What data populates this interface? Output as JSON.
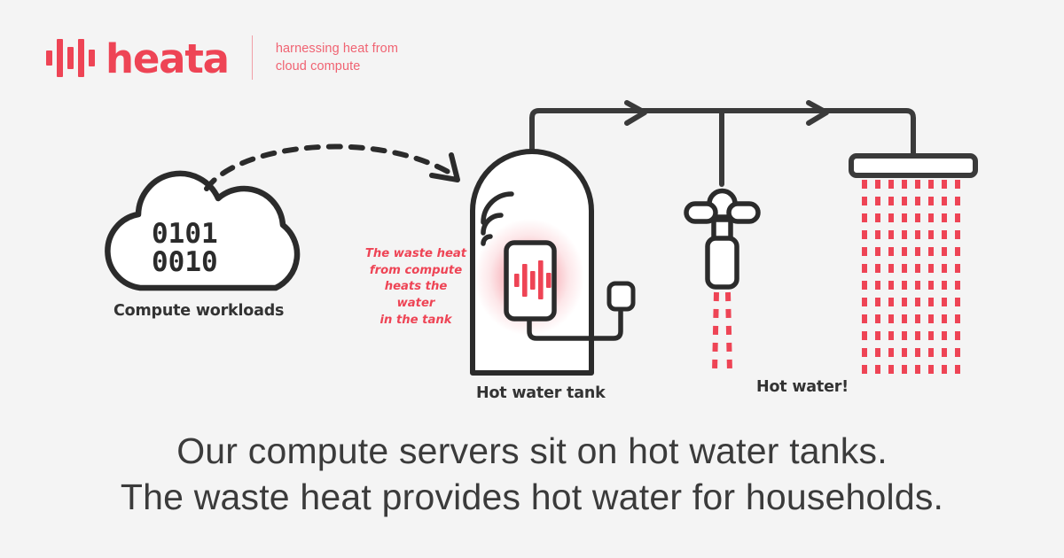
{
  "brand": {
    "name": "heata",
    "tagline_line1": "harnessing heat from",
    "tagline_line2": "cloud compute",
    "accent_color": "#ee4455",
    "tagline_color": "#f06372",
    "ink_color": "#333333",
    "background_color": "#f4f4f4"
  },
  "diagram": {
    "cloud": {
      "label": "Compute workloads",
      "binary_line1": "0101",
      "binary_line2": "0010"
    },
    "annotation": {
      "line1": "The waste heat",
      "line2": "from compute",
      "line3": "heats the water",
      "line4": "in the tank"
    },
    "tank": {
      "label": "Hot water tank",
      "device_icon": "heata-bars-icon",
      "wifi_icon": "wifi-icon",
      "plug_icon": "plug-socket-icon"
    },
    "tap": {
      "label": "Hot water!",
      "icon": "tap-faucet-icon"
    },
    "shower": {
      "icon": "shower-head-icon"
    },
    "flow_arrow_icon": "dashed-curved-arrow-icon",
    "pipe_arrow_icon": "chevron-right-icon"
  },
  "caption": {
    "line1": "Our compute servers sit on hot water tanks.",
    "line2": "The waste heat provides hot water for households."
  }
}
